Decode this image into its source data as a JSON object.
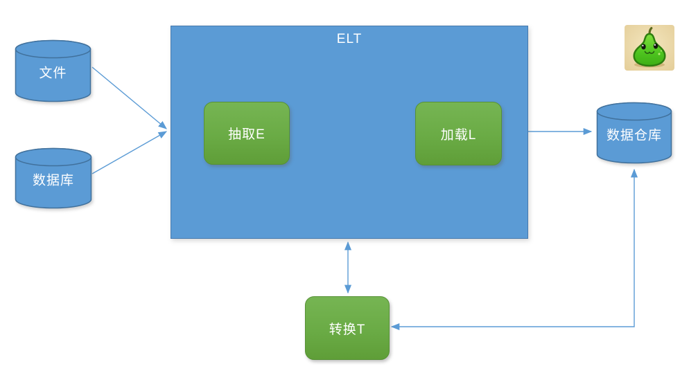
{
  "page": {
    "background": "#ffffff"
  },
  "diagram": {
    "title": "ELT",
    "nodes": {
      "file": {
        "label": "文件",
        "shape": "cylinder"
      },
      "database": {
        "label": "数据库",
        "shape": "cylinder"
      },
      "elt": {
        "label": "ELT",
        "shape": "container"
      },
      "extract": {
        "label": "抽取E",
        "shape": "rounded-rect"
      },
      "load": {
        "label": "加载L",
        "shape": "rounded-rect"
      },
      "warehouse": {
        "label": "数据仓库",
        "shape": "cylinder"
      },
      "transform": {
        "label": "转换T",
        "shape": "rounded-rect"
      }
    },
    "edges": [
      {
        "from": "文件",
        "to": "ELT",
        "direction": "one-way"
      },
      {
        "from": "数据库",
        "to": "ELT",
        "direction": "one-way"
      },
      {
        "from": "ELT",
        "to": "数据仓库",
        "direction": "one-way"
      },
      {
        "from": "ELT",
        "to": "转换T",
        "direction": "two-way"
      },
      {
        "from": "数据仓库",
        "to": "转换T",
        "direction": "two-way"
      }
    ],
    "colors": {
      "storage_fill": "#5B9BD5",
      "storage_border": "#41719C",
      "container_fill": "#5B9BD5",
      "process_fill_top": "#76B553",
      "process_fill_bottom": "#5F9E38",
      "connector": "#5B9BD5",
      "label_text": "#FFFFFF"
    },
    "logo": {
      "icon": "pear-mascot-icon",
      "background": "#EBD8A6",
      "pear_fill": "#55C726",
      "pear_outline": "#2E7D0F"
    }
  }
}
